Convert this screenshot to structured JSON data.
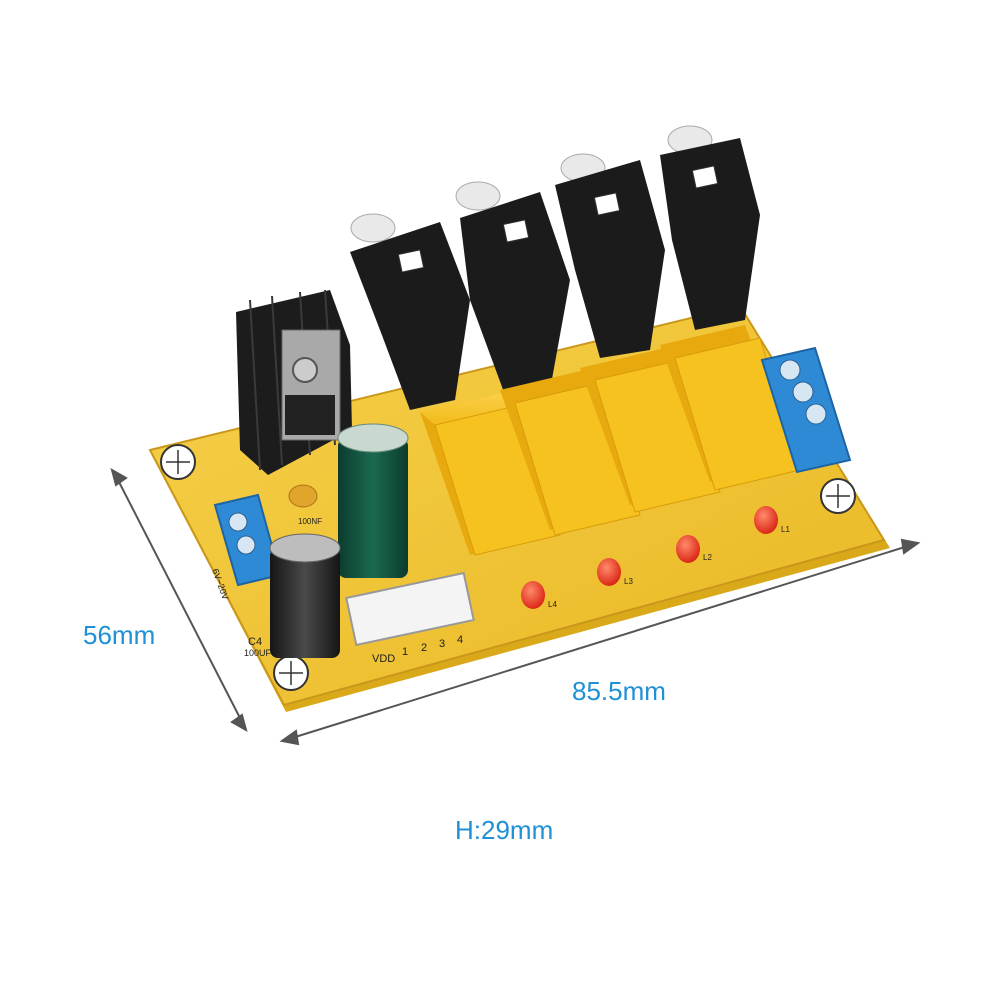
{
  "dimensions": {
    "width_label": "56mm",
    "length_label": "85.5mm",
    "height_label": "H:29mm",
    "label_color": "#1f8fd6"
  },
  "board": {
    "pcb_color": "#f2c531",
    "relay_color": "#f6c21f",
    "terminal_color": "#2f8ad6",
    "rca_color": "#1b1b1b",
    "silkscreen": {
      "connector_pins": [
        "VDD",
        "1",
        "2",
        "3",
        "4"
      ],
      "cap_label": "C4",
      "cap_value": "100UF",
      "input_voltage": "6V~20V",
      "cap_small": "100NF",
      "led_labels": [
        "L4",
        "L3",
        "L2",
        "L1"
      ]
    }
  }
}
